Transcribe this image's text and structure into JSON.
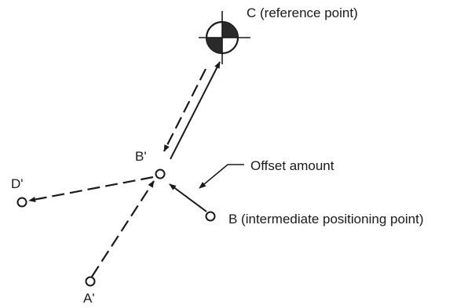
{
  "diagram": {
    "labels": {
      "c": "C (reference point)",
      "b_prime": "B'",
      "offset": "Offset amount",
      "d_prime": "D'",
      "b": "B (intermediate positioning point)",
      "a_prime": "A'"
    },
    "colors": {
      "ink": "#1a1a1a",
      "symbol_fill": "#2a2a2a",
      "background": "#ffffff"
    },
    "icons": {
      "reference_point": "crosshair-quadrant-icon",
      "positioning_point": "hollow-circle-icon"
    }
  }
}
